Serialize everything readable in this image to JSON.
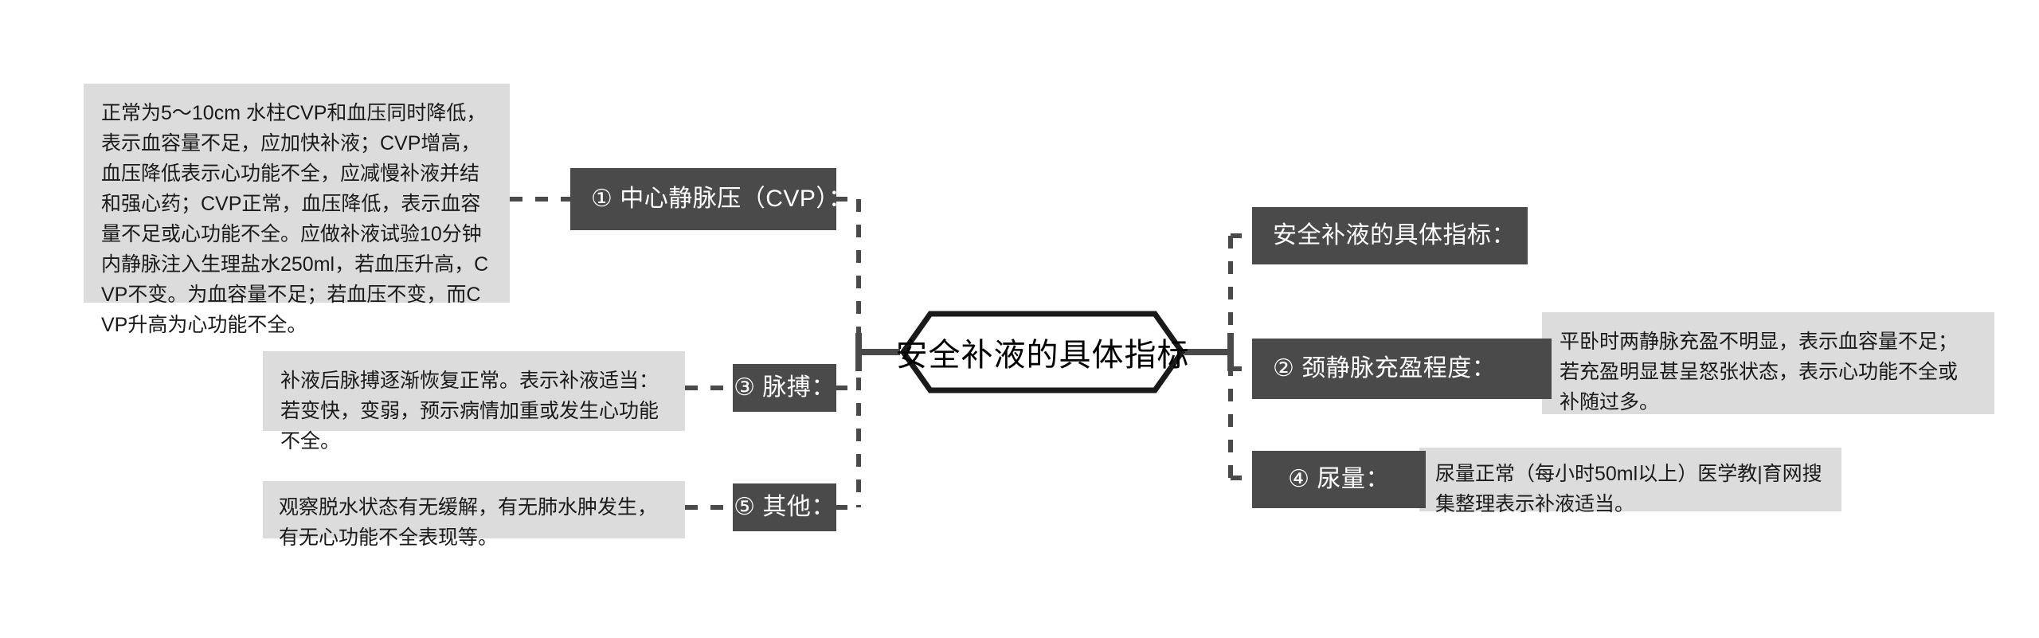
{
  "diagram": {
    "type": "mindmap",
    "title": "安全补液的具体指标",
    "colors": {
      "topic_fill": "#4a4a4a",
      "topic_text": "#ffffff",
      "note_fill": "#dcdcdc",
      "note_text": "#1a1a1a",
      "center_stroke": "#1a1a1a",
      "connector": "#4a4a4a",
      "background": "#ffffff"
    },
    "center": {
      "label": "安全补液的具体指标",
      "shape": "hexagon"
    },
    "left_branch": [
      {
        "id": "cvp",
        "topic": "① 中心静脉压（CVP）：",
        "note": "正常为5～10cm 水柱CVP和血压同时降低，表示血容量不足，应加快补液；CVP增高，血压降低表示心功能不全，应减慢补液并结和强心药；CVP正常，血压降低，表示血容量不足或心功能不全。应做补液试验10分钟内静脉注入生理盐水250ml，若血压升高，CVP不变。为血容量不足；若血压不变，而CVP升高为心功能不全。"
      },
      {
        "id": "pulse",
        "topic": "③ 脉搏：",
        "note": "补液后脉搏逐渐恢复正常。表示补液适当：若变快，变弱，预示病情加重或发生心功能不全。"
      },
      {
        "id": "other",
        "topic": "⑤ 其他：",
        "note": "观察脱水状态有无缓解，有无肺水肿发生，有无心功能不全表现等。"
      }
    ],
    "right_branch": [
      {
        "id": "indicators",
        "topic": "安全补液的具体指标：",
        "note": ""
      },
      {
        "id": "jugular",
        "topic": "② 颈静脉充盈程度：",
        "note": "平卧时两静脉充盈不明显，表示血容量不足；若充盈明显甚呈怒张状态，表示心功能不全或补随过多。"
      },
      {
        "id": "urine",
        "topic": "④ 尿量：",
        "note": "尿量正常（每小时50ml以上）医学教|育网搜集整理表示补液适当。"
      }
    ]
  }
}
